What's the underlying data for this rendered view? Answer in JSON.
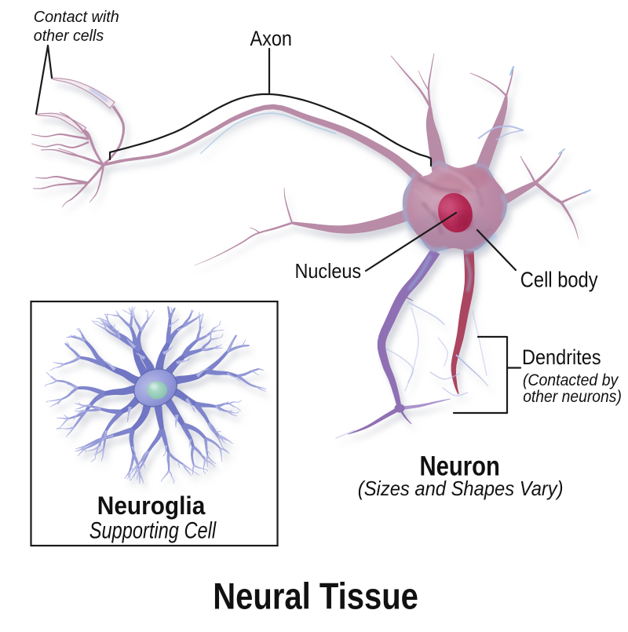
{
  "title": "Neural Tissue",
  "colors": {
    "background": "#ffffff",
    "text": "#111111",
    "line": "#1a1a1a",
    "neuron_pink": "#b88ba7",
    "neuron_purple": "#8f6fb4",
    "neuron_red_strand": "#ab4560",
    "nucleus_red": "#b12752",
    "neuroglia_blue": "#8d93d6",
    "neuroglia_nucleus_teal": "#8ec7b4",
    "box_border": "#1a1a1a"
  },
  "labels": {
    "contact_line1": "Contact with",
    "contact_line2": "other cells",
    "axon": "Axon",
    "nucleus": "Nucleus",
    "cell_body": "Cell body",
    "dendrites": "Dendrites",
    "dendrites_sub1": "(Contacted by",
    "dendrites_sub2": "other neurons)",
    "neuron": "Neuron",
    "neuron_sub": "(Sizes and Shapes Vary)",
    "neuroglia": "Neuroglia",
    "neuroglia_sub": "Supporting Cell",
    "main_title": "Neural Tissue"
  }
}
